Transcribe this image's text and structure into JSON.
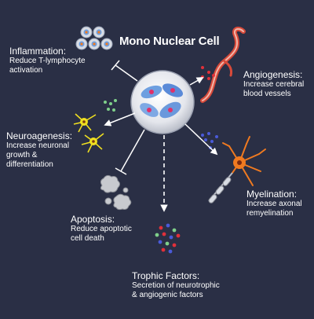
{
  "title": "Mono Nuclear Cell",
  "labels": {
    "inflammation": {
      "title": "Inflammation:",
      "lines": [
        "Reduce T-lymphocyte",
        "activation"
      ]
    },
    "angiogenesis": {
      "title": "Angiogenesis:",
      "lines": [
        "Increase cerebral",
        "blood vessels"
      ]
    },
    "neuroagenesis": {
      "title": "Neuroagenesis:",
      "lines": [
        "Increase neuronal",
        "growth &",
        "differentiation"
      ]
    },
    "myelination": {
      "title": "Myelination:",
      "lines": [
        "Increase axonal",
        "remyelination"
      ]
    },
    "apoptosis": {
      "title": "Apoptosis:",
      "lines": [
        "Reduce apoptotic",
        "cell death"
      ]
    },
    "trophic": {
      "title": "Trophic Factors:",
      "lines": [
        "Secretion of neurotrophic",
        "& angiogenic factors"
      ]
    }
  },
  "colors": {
    "background": "#2a2f45",
    "arrow": "#ffffff",
    "cell_pink": "#e0306a",
    "cell_blue": "#6e9fe0",
    "neuron_yellow": "#f0e020",
    "vessel_red": "#d84a3a",
    "oligodendrocyte_orange": "#f07a20",
    "dot_green": "#7fd08a",
    "dot_red": "#e0303a",
    "dot_blue": "#4a5ad8"
  }
}
